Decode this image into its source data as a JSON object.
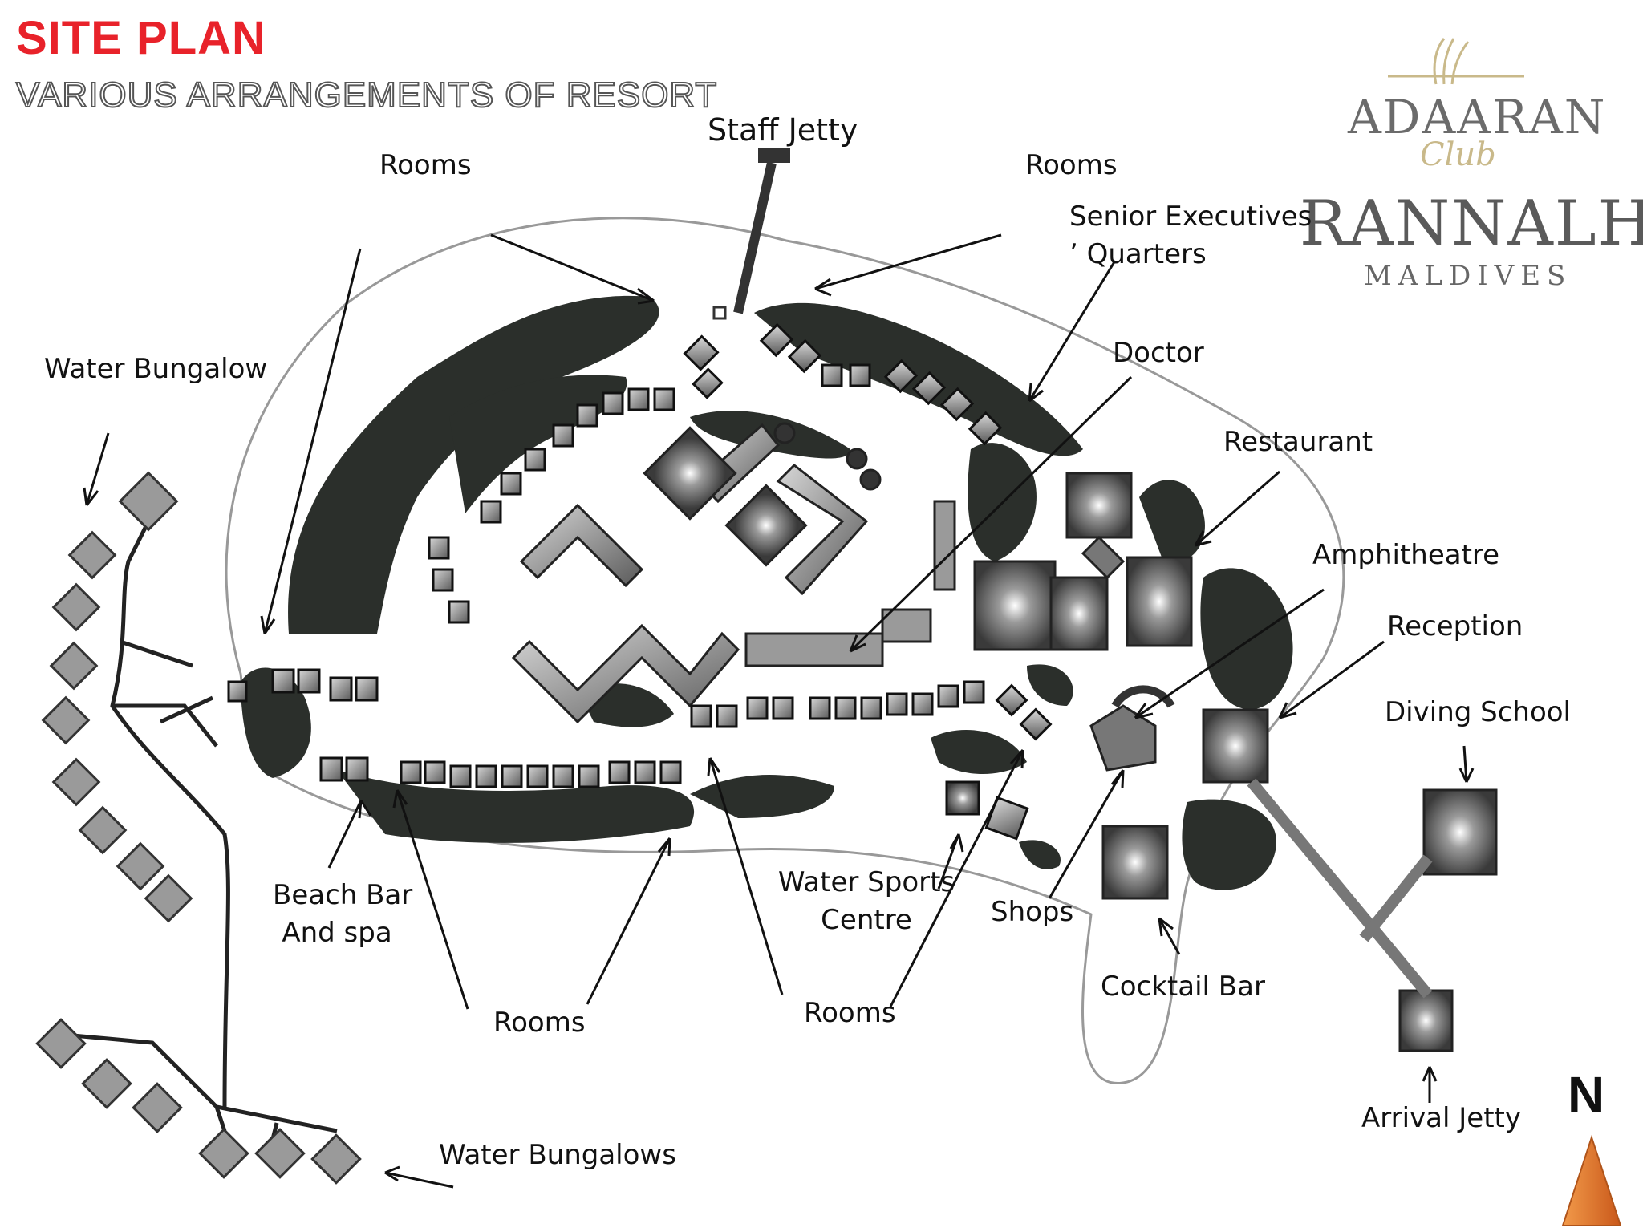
{
  "header": {
    "title": "SITE PLAN",
    "subtitle": "VARIOUS ARRANGEMENTS OF RESORT"
  },
  "logo": {
    "line1": "ADAARAN",
    "line2": "Club",
    "line3": "RANNALHI",
    "line4": "MALDIVES"
  },
  "labels": {
    "staff_jetty": "Staff Jetty",
    "rooms_nw": "Rooms",
    "rooms_ne": "Rooms",
    "senior_exec_1": "Senior Executives",
    "senior_exec_2": "’ Quarters",
    "water_bungalow": "Water Bungalow",
    "doctor": "Doctor",
    "restaurant": "Restaurant",
    "amphitheatre": "Amphitheatre",
    "reception": "Reception",
    "diving_school": "Diving School",
    "beach_bar_1": "Beach Bar",
    "beach_bar_2": "And spa",
    "water_sports_1": "Water Sports",
    "water_sports_2": "Centre",
    "shops": "Shops",
    "cocktail_bar": "Cocktail Bar",
    "rooms_s1": "Rooms",
    "rooms_s2": "Rooms",
    "arrival_jetty": "Arrival Jetty",
    "water_bungalows": "Water Bungalows"
  },
  "compass": {
    "north_label": "N",
    "arrow_color": "#e8731f"
  },
  "colors": {
    "title_red": "#e8222a",
    "vegetation": "#2b2f2b",
    "building": "#8d8d8d"
  }
}
